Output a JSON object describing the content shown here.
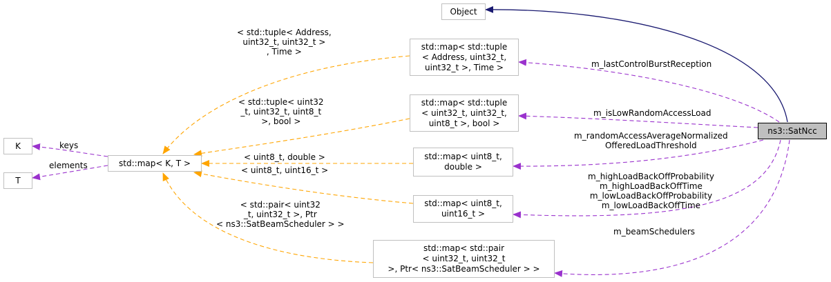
{
  "nodes": {
    "object": "Object",
    "satncc": "ns3::SatNcc",
    "map_tuple_addr": "std::map< std::tuple\n< Address, uint32_t,\nuint32_t >, Time >",
    "map_tuple_uint": "std::map< std::tuple\n< uint32_t, uint32_t,\nuint8_t >, bool >",
    "map_uint8_double": "std::map< uint8_t,\ndouble >",
    "map_uint8_uint16": "std::map< uint8_t,\nuint16_t >",
    "map_pair": "std::map< std::pair\n< uint32_t, uint32_t\n>, Ptr< ns3::SatBeamScheduler > >",
    "map_kt": "std::map< K, T >",
    "k": "K",
    "t": "T"
  },
  "edge_labels": {
    "last_control": "m_lastControlBurstReception",
    "is_low": "m_isLowRandomAccessLoad",
    "random_access": "m_randomAccessAverageNormalized\nOfferedLoadThreshold",
    "high_low": "m_highLoadBackOffProbability\nm_highLoadBackOffTime\nm_lowLoadBackOffProbability\nm_lowLoadBackOffTime",
    "beam": "m_beamSchedulers",
    "tpl_addr": "< std::tuple< Address,\nuint32_t, uint32_t >\n, Time >",
    "tpl_uint": "< std::tuple< uint32\n_t, uint32_t, uint8_t\n>, bool >",
    "tpl_double": "< uint8_t, double >",
    "tpl_uint16": "< uint8_t, uint16_t >",
    "tpl_pair": "< std::pair< uint32\n_t, uint32_t >, Ptr\n< ns3::SatBeamScheduler > >",
    "keys": "keys",
    "elements": "elements"
  },
  "colors": {
    "inheritance": "#191970",
    "member": "#9a32cd",
    "template": "#ffa500",
    "node_border": "#bfbfbf",
    "main_node_fill": "#bfbfbf"
  }
}
